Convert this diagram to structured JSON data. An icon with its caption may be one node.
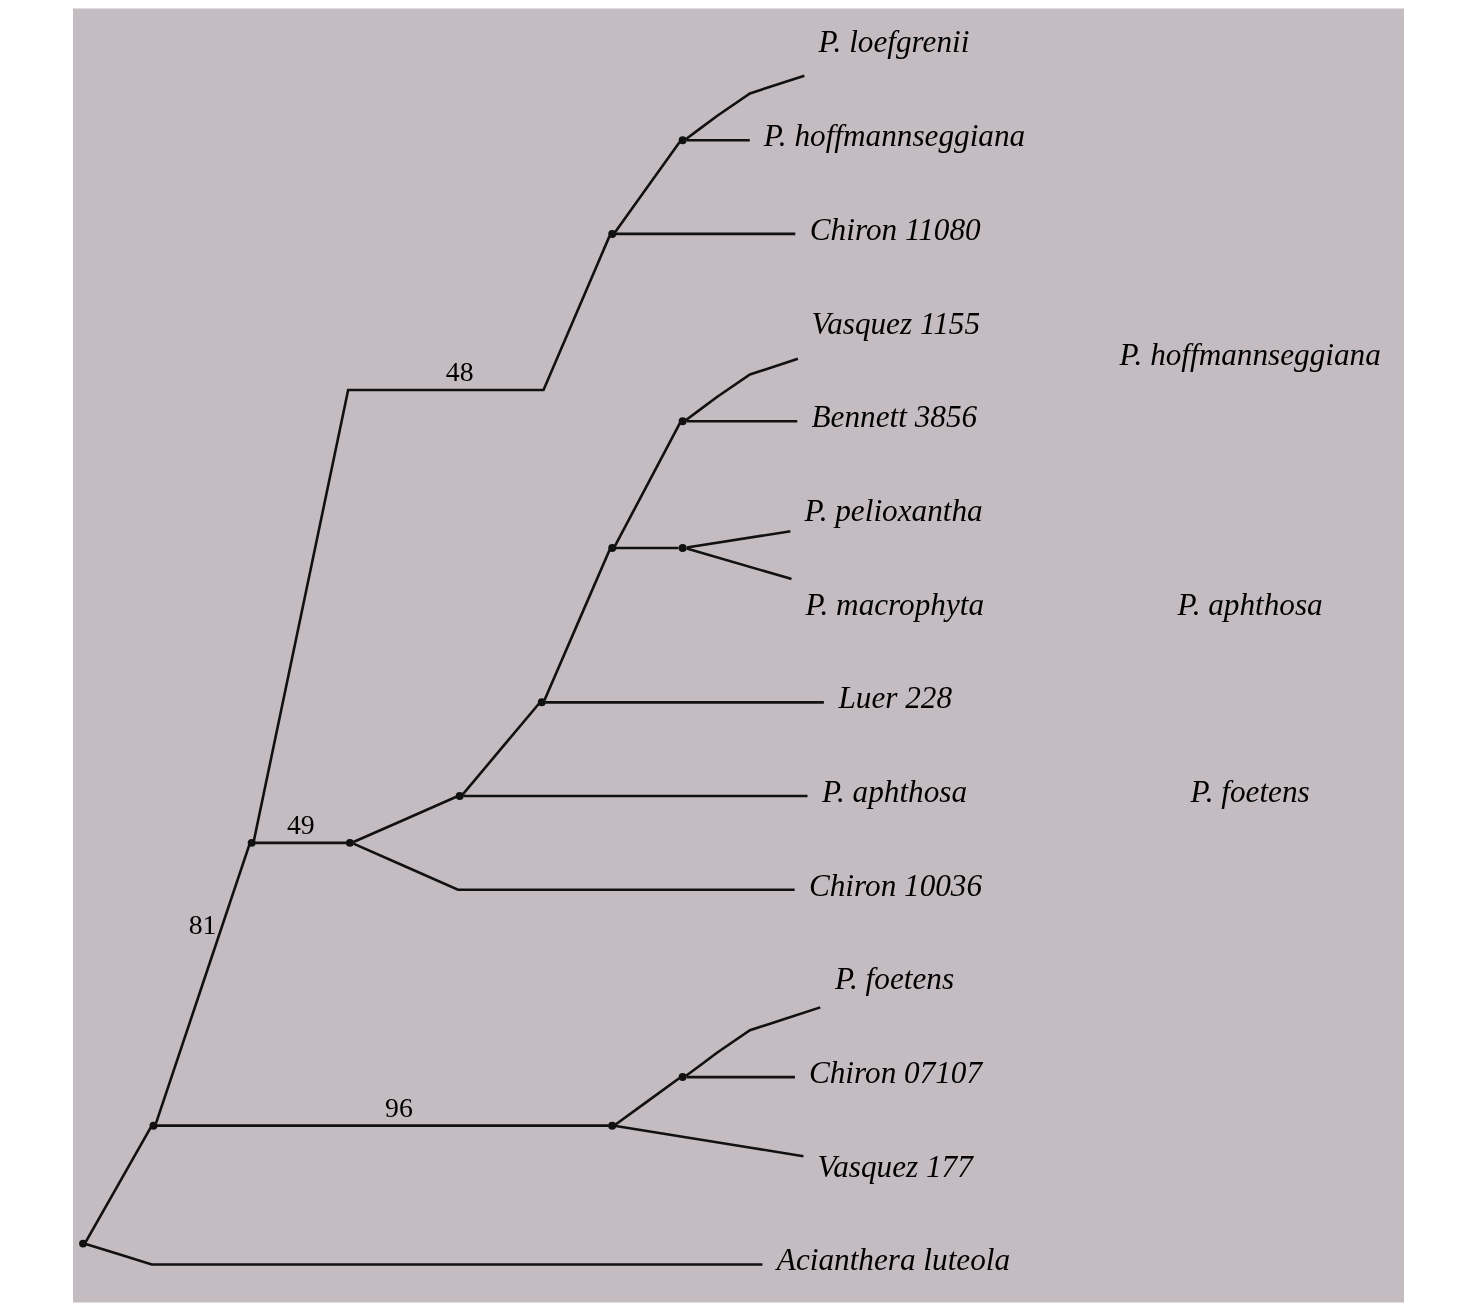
{
  "diagram": {
    "nodes": [
      {
        "text": [
          "P. loefgrenii"
        ]
      },
      {
        "text": [
          "P. hoffmannseggiana"
        ]
      },
      {
        "text": [
          "Chiron 11080"
        ]
      },
      {
        "text": [
          "Vasquez 1155"
        ]
      },
      {
        "text": [
          "Bennett 3856"
        ]
      },
      {
        "text": [
          "P. pelioxantha"
        ]
      },
      {
        "text": [
          "P. macrophyta"
        ]
      },
      {
        "text": [
          "Luer 228"
        ]
      },
      {
        "text": [
          "P. aphthosa"
        ]
      },
      {
        "text": [
          "Chiron 10036"
        ]
      },
      {
        "text": [
          "P. foetens"
        ]
      },
      {
        "text": [
          "Chiron 07107"
        ]
      },
      {
        "text": [
          "Vasquez 177"
        ]
      },
      {
        "text": [
          "Acianthera luteola"
        ]
      },
      {
        "text": [],
        "shape": "point"
      },
      {
        "text": [],
        "shape": "point"
      },
      {
        "text": [],
        "shape": "point"
      },
      {
        "text": [],
        "shape": "point"
      },
      {
        "text": [],
        "shape": "point"
      },
      {
        "text": [],
        "shape": "point"
      },
      {
        "text": [],
        "shape": "point"
      },
      {
        "text": [],
        "shape": "point"
      },
      {
        "text": [],
        "shape": "point"
      },
      {
        "text": [],
        "shape": "point"
      },
      {
        "text": [],
        "shape": "point"
      },
      {
        "text": [],
        "shape": "point"
      },
      {
        "text": [],
        "shape": "point"
      }
    ],
    "edges": [
      {
        "from": 14,
        "to": 15,
        "arrow": "none"
      },
      {
        "from": 15,
        "to": 16,
        "arrow": "none",
        "label": "81"
      },
      {
        "from": 16,
        "to": 20,
        "arrow": "none",
        "label": "48"
      },
      {
        "from": 20,
        "to": 23,
        "arrow": "none"
      },
      {
        "from": 23,
        "to": 0,
        "arrow": "none"
      },
      {
        "from": 23,
        "to": 1,
        "arrow": "none"
      },
      {
        "from": 20,
        "to": 2,
        "arrow": "none"
      },
      {
        "from": 16,
        "to": 17,
        "arrow": "none",
        "label": "49"
      },
      {
        "from": 17,
        "to": 18,
        "arrow": "none"
      },
      {
        "from": 18,
        "to": 19,
        "arrow": "none"
      },
      {
        "from": 19,
        "to": 21,
        "arrow": "none"
      },
      {
        "from": 21,
        "to": 24,
        "arrow": "none"
      },
      {
        "from": 24,
        "to": 3,
        "arrow": "none"
      },
      {
        "from": 24,
        "to": 4,
        "arrow": "none"
      },
      {
        "from": 21,
        "to": 25,
        "arrow": "none"
      },
      {
        "from": 25,
        "to": 5,
        "arrow": "none"
      },
      {
        "from": 25,
        "to": 6,
        "arrow": "none"
      },
      {
        "from": 19,
        "to": 7,
        "arrow": "none"
      },
      {
        "from": 18,
        "to": 8,
        "arrow": "none"
      },
      {
        "from": 17,
        "to": 9,
        "arrow": "none"
      },
      {
        "from": 15,
        "to": 22,
        "arrow": "none",
        "label": "96"
      },
      {
        "from": 22,
        "to": 26,
        "arrow": "none"
      },
      {
        "from": 26,
        "to": 10,
        "arrow": "none"
      },
      {
        "from": 26,
        "to": 11,
        "arrow": "none"
      },
      {
        "from": 22,
        "to": 12,
        "arrow": "none"
      },
      {
        "from": 14,
        "to": 13,
        "arrow": "none"
      }
    ],
    "labels": [
      "P. hoffmannseggiana",
      "P. aphthosa",
      "P. foetens"
    ]
  }
}
